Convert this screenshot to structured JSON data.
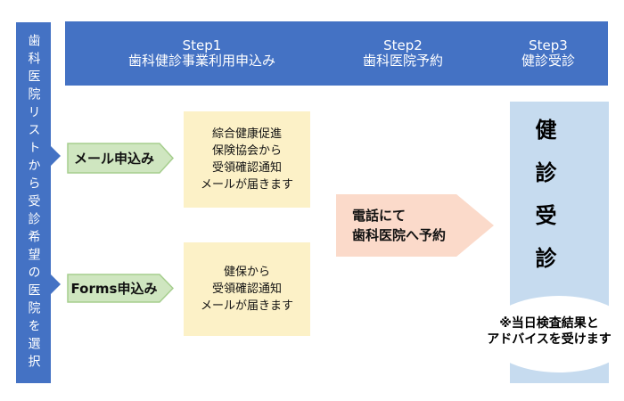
{
  "sidebar": {
    "label": "歯科医院リストから受診希望の医院を選択"
  },
  "header": {
    "steps": [
      {
        "step": "Step1",
        "title": "歯科健診事業利用申込み"
      },
      {
        "step": "Step2",
        "title": "歯科医院予約"
      },
      {
        "step": "Step3",
        "title": "健診受診"
      }
    ]
  },
  "apply": {
    "mail": {
      "arrow_label": "メール申込み",
      "result_lines": [
        "綜合健康促進",
        "保険協会から",
        "受領確認通知",
        "メールが届きます"
      ]
    },
    "forms": {
      "arrow_label": "Forms申込み",
      "result_lines": [
        "健保から",
        "受領確認通知",
        "メールが届きます"
      ]
    }
  },
  "reserve": {
    "arrow_lines": [
      "電話にて",
      "歯科医院へ予約"
    ]
  },
  "checkup": {
    "vertical_label": "健診受診",
    "note_lines": [
      "※当日検査結果と",
      "アドバイスを受けます"
    ]
  },
  "colors": {
    "primary_blue": "#4472C4",
    "light_blue": "#C6DBEF",
    "light_yellow": "#FCF1C7",
    "light_green": "#CFE6C0",
    "green_border": "#A6CE8E",
    "light_pink": "#FBDACA"
  }
}
